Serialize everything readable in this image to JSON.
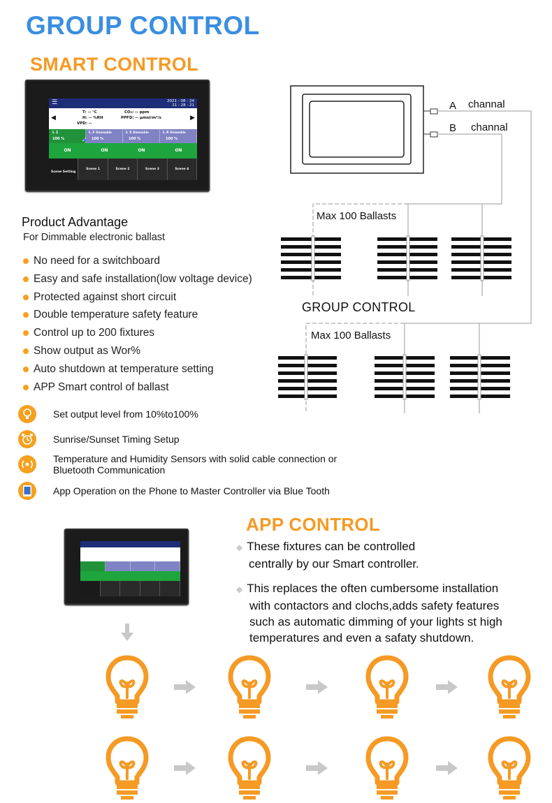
{
  "titles": {
    "group_control": "GROUP CONTROL",
    "smart_control": "SMART CONTROL",
    "app_control": "APP CONTROL"
  },
  "controller_screen": {
    "date": "2021 - 08 - 24",
    "time": "11 : 28 : 21",
    "readings": {
      "t_label": "T:",
      "t_value": "--",
      "t_unit": "℃",
      "h_label": "H:",
      "h_value": "--",
      "h_unit": "%RH",
      "vpd_label": "VPD:",
      "vpd_value": "--",
      "co2_label": "CO₂:",
      "co2_value": "--",
      "co2_unit": "ppm",
      "ppfd_label": "PPFD:",
      "ppfd_value": "--",
      "ppfd_unit": "μmol/m²/s"
    },
    "lights": [
      {
        "name": "L 1",
        "mode": "",
        "level": "100 %"
      },
      {
        "name": "L 2",
        "mode": "Dimmable",
        "level": "100 %"
      },
      {
        "name": "L 3",
        "mode": "Dimmable",
        "level": "100 %"
      },
      {
        "name": "L 4",
        "mode": "Dimmable",
        "level": "100 %"
      }
    ],
    "on_labels": [
      "ON",
      "ON",
      "ON",
      "ON"
    ],
    "scenes": [
      "Scene Setting",
      "Scene 1",
      "Scene 2",
      "Scene 3",
      "Scene 4"
    ]
  },
  "advantage": {
    "title": "Product Advantage",
    "subtitle": "For Dimmable electronic ballast",
    "items": [
      "No need for a switchboard",
      "Easy and safe installation(low voltage device)",
      "Protected against short circuit",
      "Double temperature safety feature",
      "Control up to 200 fixtures",
      "Show output as Wor%",
      "Auto shutdown at temperature setting",
      "APP Smart control of ballast"
    ]
  },
  "features": [
    {
      "icon": "bulb-icon",
      "text": "Set output level from 10%to100%"
    },
    {
      "icon": "sunrise-icon",
      "text": "Sunrise/Sunset Timing Setup"
    },
    {
      "icon": "sensor-icon",
      "text": "Temperature and Humidity Sensors with solid cable connection or",
      "text2": "Bluetooth Communication"
    },
    {
      "icon": "tablet-icon",
      "text": "App Operation on the Phone to Master Controller via Blue Tooth"
    }
  ],
  "diagram": {
    "channel_a_letter": "A",
    "channel_a_label": "channal",
    "channel_b_letter": "B",
    "channel_b_label": "channal",
    "max_ballasts_1": "Max 100 Ballasts",
    "max_ballasts_2": "Max 100 Ballasts",
    "group_label": "GROUP CONTROL"
  },
  "app_control": {
    "paragraph1_line1": "These fixtures can be controlled",
    "paragraph1_line2": "centrally by our Smart controller.",
    "paragraph2_line1": "This replaces the often cumbersome installation",
    "paragraph2_line2": "with contactors and clochs,adds safety features",
    "paragraph2_line3": "such as automatic dimming of your lights st high",
    "paragraph2_line4": "temperatures and even a safaty shutdown."
  },
  "colors": {
    "blue_title": "#3a8ee0",
    "orange": "#f59a24",
    "screen_header": "#1e2d78",
    "light_on_green": "#1fa53d",
    "light_dim_purple": "#7f83c4",
    "arrow_gray": "#c8c8c8"
  }
}
